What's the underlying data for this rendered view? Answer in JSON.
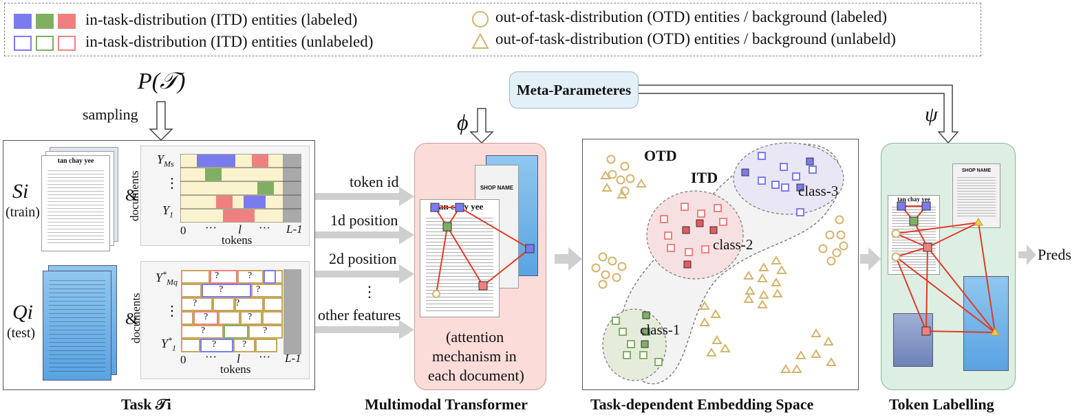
{
  "legend": {
    "itd_labeled": "in-task-distribution (ITD) entities (labeled)",
    "itd_unlabeled": "in-task-distribution (ITD) entities (unlabeled)",
    "otd_labeled": "out-of-task-distribution (OTD) entities / background (labeled)",
    "otd_unlabeled": "out-of-task-distribution (OTD) entities / background (unlabeld)",
    "colors": {
      "blue": "#7b7bf0",
      "green": "#7fb062",
      "red": "#f08080",
      "otd": "#d4b36a"
    }
  },
  "task": {
    "distribution": "P(𝒯)",
    "sampling": "sampling",
    "support_label": "Si",
    "support_sub": "(train)",
    "query_label": "Qi",
    "query_sub": "(test)",
    "amp": "&",
    "documents": "documents",
    "tokens": "tokens",
    "y_ms": "YMs",
    "y_1": "Y1",
    "y_mq": "Y*Mq",
    "y_1q": "Y*1",
    "vdots": "⋮",
    "zero": "0",
    "dots": "···",
    "l": "l",
    "lminus": "L-1",
    "qmark": "?",
    "receipt_title": "tan chay yee",
    "caption": "Task 𝒯i"
  },
  "features": [
    "token id",
    "1d position",
    "2d position",
    "⋮",
    "other features"
  ],
  "meta": {
    "label": "Meta-Parameteres",
    "phi": "ϕ",
    "psi": "ψ"
  },
  "transformer": {
    "shop": "SHOP NAME",
    "receipt_title": "tan chay yee",
    "note": [
      "(attention",
      "mechanism in",
      "each document)"
    ],
    "caption": "Multimodal Transformer"
  },
  "embedding": {
    "otd": "OTD",
    "itd": "ITD",
    "class1": "class-1",
    "class2": "class-2",
    "class3": "class-3",
    "caption": "Task-dependent Embedding Space"
  },
  "labelling": {
    "shop": "SHOP NAME",
    "receipt_title": "tan chay yee",
    "preds": "Preds",
    "caption": "Token Labelling"
  }
}
